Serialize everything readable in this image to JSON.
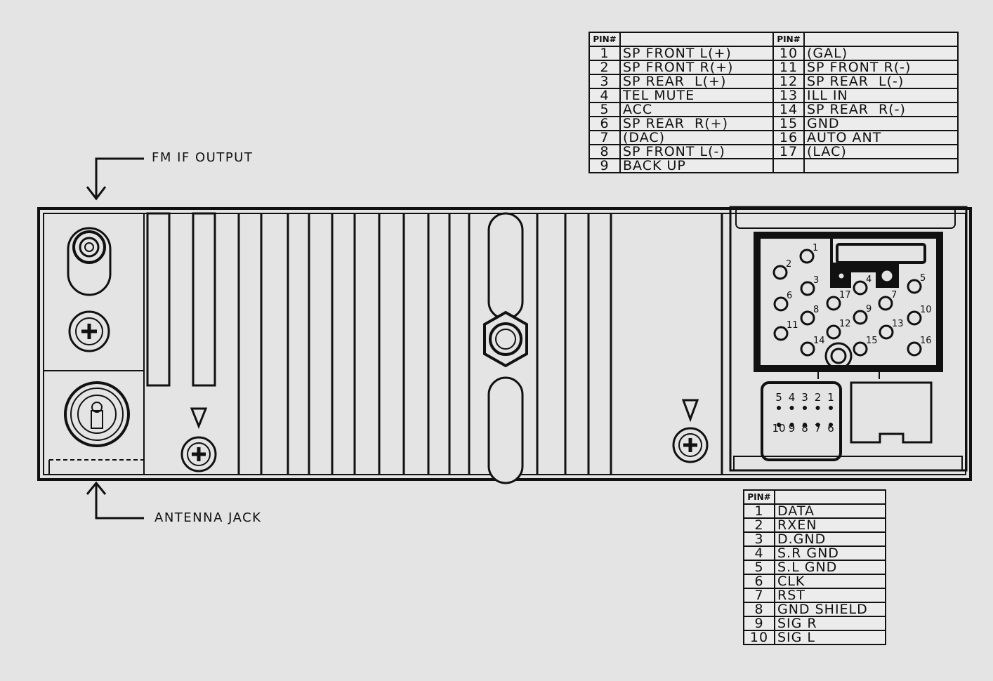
{
  "labels": {
    "fm_if_output": "FM IF OUTPUT",
    "antenna_jack": "ANTENNA JACK"
  },
  "main_connector_table": {
    "header": "PIN#",
    "left": [
      {
        "pin": "1",
        "signal": "SP FRONT L(+)"
      },
      {
        "pin": "2",
        "signal": "SP FRONT R(+)"
      },
      {
        "pin": "3",
        "signal": "SP REAR  L(+)"
      },
      {
        "pin": "4",
        "signal": "TEL MUTE"
      },
      {
        "pin": "5",
        "signal": "ACC"
      },
      {
        "pin": "6",
        "signal": "SP REAR  R(+)"
      },
      {
        "pin": "7",
        "signal": "(DAC)"
      },
      {
        "pin": "8",
        "signal": "SP FRONT L(-)"
      },
      {
        "pin": "9",
        "signal": "BACK UP"
      }
    ],
    "right": [
      {
        "pin": "10",
        "signal": "(GAL)"
      },
      {
        "pin": "11",
        "signal": "SP FRONT R(-)"
      },
      {
        "pin": "12",
        "signal": "SP REAR  L(-)"
      },
      {
        "pin": "13",
        "signal": "ILL IN"
      },
      {
        "pin": "14",
        "signal": "SP REAR  R(-)"
      },
      {
        "pin": "15",
        "signal": "GND"
      },
      {
        "pin": "16",
        "signal": "AUTO ANT"
      },
      {
        "pin": "17",
        "signal": "(LAC)"
      },
      {
        "pin": "",
        "signal": ""
      }
    ]
  },
  "small_connector_table": {
    "header": "PIN#",
    "rows": [
      {
        "pin": "1",
        "signal": "DATA"
      },
      {
        "pin": "2",
        "signal": "RXEN"
      },
      {
        "pin": "3",
        "signal": "D.GND"
      },
      {
        "pin": "4",
        "signal": "S.R GND"
      },
      {
        "pin": "5",
        "signal": "S.L GND"
      },
      {
        "pin": "6",
        "signal": "CLK"
      },
      {
        "pin": "7",
        "signal": "RST"
      },
      {
        "pin": "8",
        "signal": "GND SHIELD"
      },
      {
        "pin": "9",
        "signal": "SIG R"
      },
      {
        "pin": "10",
        "signal": "SIG L"
      }
    ]
  },
  "connector_17_pin_labels": [
    "1",
    "2",
    "3",
    "4",
    "5",
    "6",
    "7",
    "8",
    "9",
    "10",
    "11",
    "12",
    "13",
    "14",
    "15",
    "16",
    "17"
  ],
  "connector_10_pin_labels": {
    "top": [
      "5",
      "4",
      "3",
      "2",
      "1"
    ],
    "bottom": [
      "10",
      "9",
      "8",
      "7",
      "6"
    ]
  }
}
